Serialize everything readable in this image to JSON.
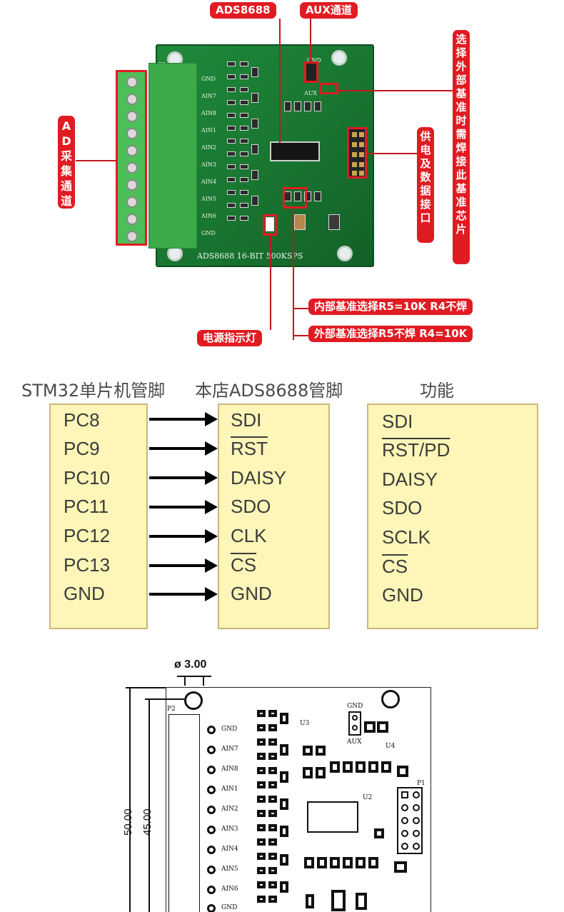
{
  "callouts": {
    "ads8688": "ADS8688",
    "aux": "AUX通道",
    "ad_channel": "AD采集通道",
    "power_iface": "供电及数据接口",
    "ext_ref": "选择外部基准时需焊接此基准芯片",
    "int_ref_select": "内部基准选择R5=10K R4不焊",
    "ext_ref_select": "外部基准选择R5不焊 R4=10K",
    "power_led": "电源指示灯"
  },
  "board_photo": {
    "silk_title": "ADS8688 16-BIT 500KSPS",
    "pin_labels": [
      "GND",
      "AIN7",
      "AIN8",
      "AIN1",
      "AIN2",
      "AIN3",
      "AIN4",
      "AIN5",
      "AIN6",
      "GND"
    ],
    "header_label": "P2",
    "gnd": "GND",
    "aux": "AUX"
  },
  "pin_table": {
    "headers": [
      "STM32单片机管脚",
      "本店ADS8688管脚",
      "功能"
    ],
    "rows": [
      {
        "mcu": "PC8",
        "ads": "SDI",
        "func": "SDI"
      },
      {
        "mcu": "PC9",
        "ads": "RST",
        "func": "RST/PD"
      },
      {
        "mcu": "PC10",
        "ads": "DAISY",
        "func": "DAISY"
      },
      {
        "mcu": "PC11",
        "ads": "SDO",
        "func": "SDO"
      },
      {
        "mcu": "PC12",
        "ads": "CLK",
        "func": "SCLK"
      },
      {
        "mcu": "PC13",
        "ads": "CS",
        "func": "CS"
      },
      {
        "mcu": "GND",
        "ads": "GND",
        "func": "GND"
      }
    ]
  },
  "drawing": {
    "hole_dim": "ø 3.00",
    "dim_outer": "50.00",
    "dim_inner": "45.00",
    "labels": [
      "GND",
      "AIN7",
      "AIN8",
      "AIN1",
      "AIN2",
      "AIN3",
      "AIN4",
      "AIN5",
      "AIN6",
      "GND"
    ],
    "p2": "P2",
    "p1": "P1",
    "gnd": "GND",
    "aux": "AUX",
    "u2": "U2",
    "u3": "U3",
    "u4": "U4"
  }
}
